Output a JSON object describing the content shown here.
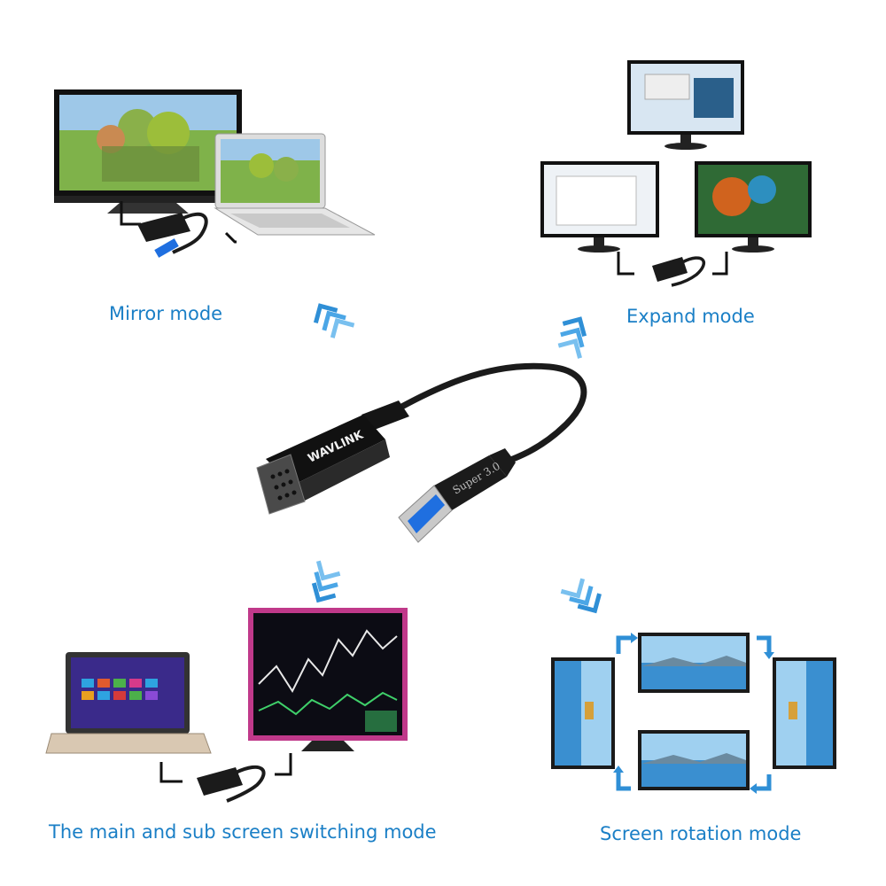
{
  "labels": {
    "mirror": "Mirror mode",
    "expand": "Expand mode",
    "switching": "The main and sub screen switching mode",
    "rotation": "Screen rotation mode"
  },
  "adapter": {
    "brand": "WAVLINK",
    "usb_text": "Super 3.0"
  },
  "colors": {
    "label": "#1a7fc6",
    "arrow": "#2f8fd6",
    "cable": "#1b1b1b",
    "usb_blue": "#1f6fe0"
  },
  "icons": [
    "chevron-up-icon",
    "chevron-down-icon",
    "rotate-arrow-icon"
  ]
}
